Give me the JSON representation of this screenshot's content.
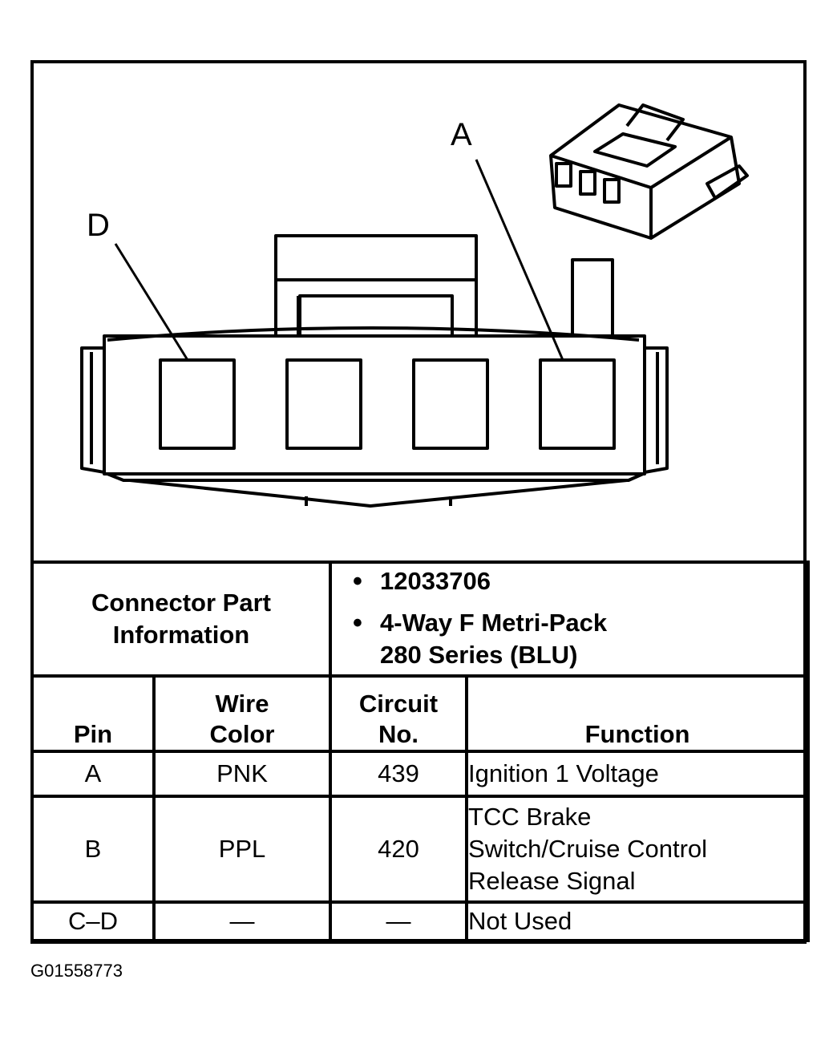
{
  "diagram": {
    "callouts": {
      "pin_a": "A",
      "pin_d": "D"
    }
  },
  "connector_info": {
    "label": "Connector Part Information",
    "part_number": "12033706",
    "description_line1": "4-Way F Metri-Pack",
    "description_line2": "280 Series (BLU)"
  },
  "pin_table": {
    "headers": {
      "pin": "Pin",
      "wire_color_line1": "Wire",
      "wire_color_line2": "Color",
      "circuit_line1": "Circuit",
      "circuit_line2": "No.",
      "function": "Function"
    },
    "rows": [
      {
        "pin": "A",
        "wire_color": "PNK",
        "circuit": "439",
        "function_lines": [
          "Ignition 1 Voltage"
        ]
      },
      {
        "pin": "B",
        "wire_color": "PPL",
        "circuit": "420",
        "function_lines": [
          "TCC Brake",
          "Switch/Cruise Control",
          "Release Signal"
        ]
      },
      {
        "pin": "C–D",
        "wire_color": "—",
        "circuit": "—",
        "function_lines": [
          "Not Used"
        ]
      }
    ]
  },
  "figure_id": "G01558773"
}
